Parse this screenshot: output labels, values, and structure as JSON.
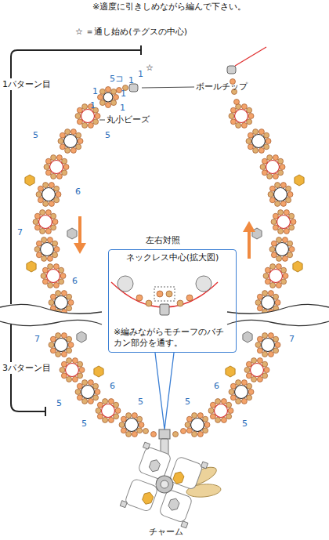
{
  "diagram": {
    "nodes": [
      {
        "text": [
          "ネックレス中心(拡大図)",
          "※編みながらモチーフのバチカン部分を通す。"
        ]
      }
    ],
    "labels": [
      "※適度に引きしめながら編んで下さい。",
      "☆ ＝通し始め(テグスの中心)",
      "1パターン目",
      "5コ",
      "1",
      "1",
      "☆",
      "ボールチップ",
      "1",
      "1",
      "1",
      "1",
      "丸小ビーズ",
      "5",
      "5",
      "6",
      "7",
      "6",
      "左右対照",
      "7",
      "6",
      "3パターン目",
      "5",
      "5",
      "5",
      "5",
      "5",
      "6",
      "7",
      "チャーム"
    ]
  }
}
